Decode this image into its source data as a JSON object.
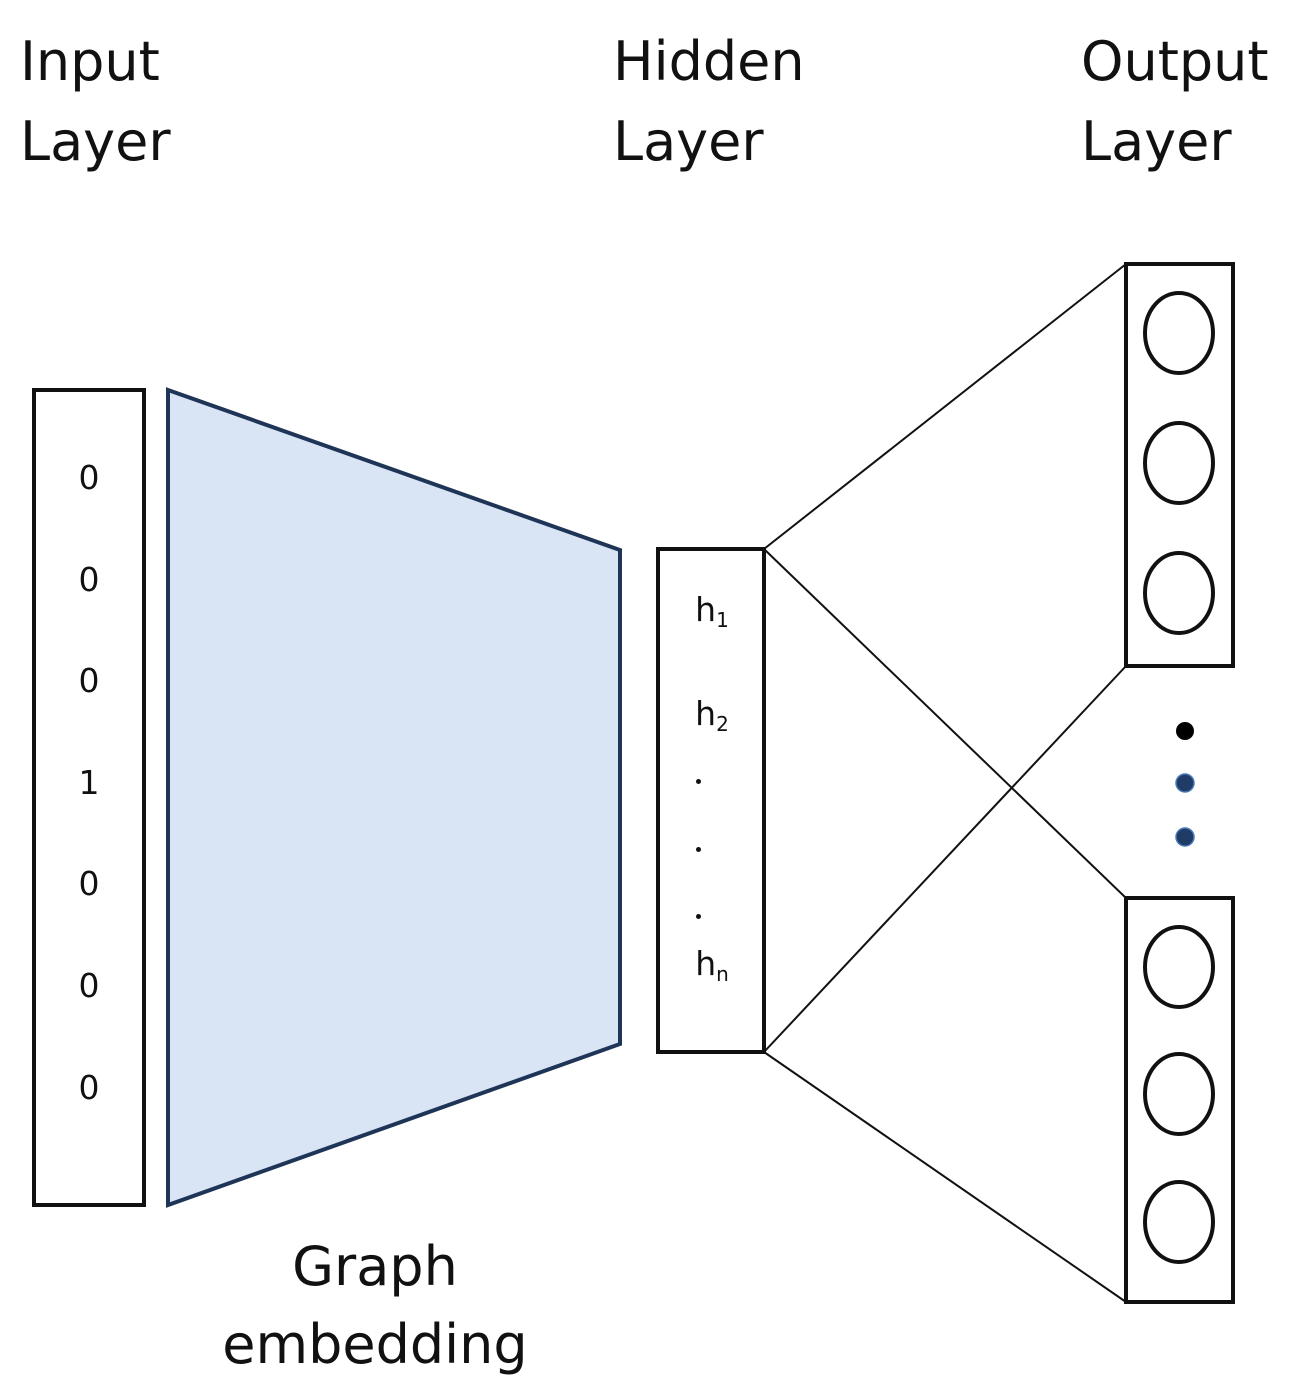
{
  "titles": {
    "input": [
      "Input",
      "Layer"
    ],
    "hidden": [
      "Hidden",
      "Layer"
    ],
    "output": [
      "Output",
      "Layer"
    ]
  },
  "input_vector": [
    "0",
    "0",
    "0",
    "1",
    "0",
    "0",
    "0"
  ],
  "hidden_units": {
    "first": {
      "base": "h",
      "sub": "1"
    },
    "second": {
      "base": "h",
      "sub": "2"
    },
    "last": {
      "base": "h",
      "sub": "n"
    }
  },
  "caption": [
    "Graph",
    "embedding"
  ],
  "colors": {
    "embedding_fill": "#d9e5f4",
    "embedding_stroke": "#1f3557",
    "ellipsis_dot_black": "#000000",
    "ellipsis_dot_blue": "#1f3c66",
    "stroke": "#111111"
  }
}
